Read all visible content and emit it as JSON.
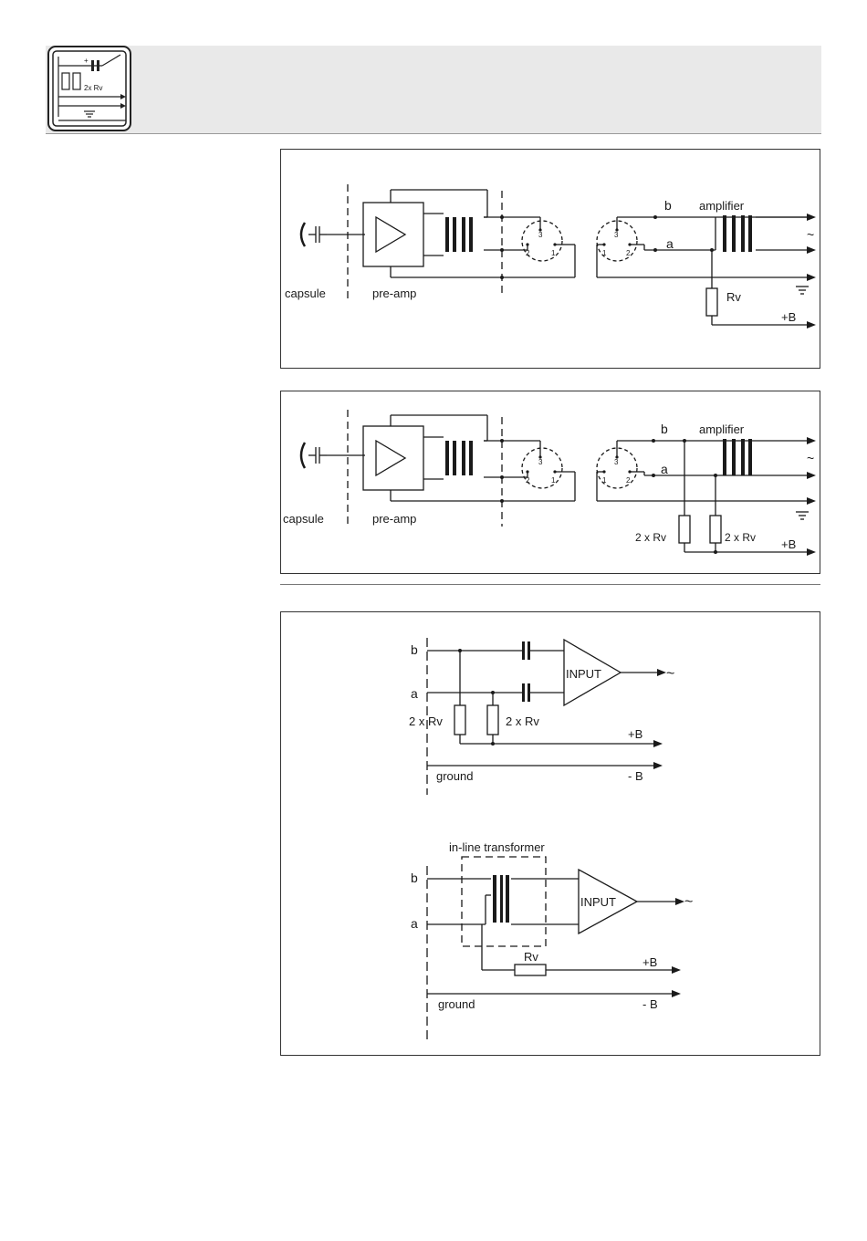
{
  "logo": {
    "label": "2x Rv",
    "plus": "+"
  },
  "diagram1": {
    "capsule": "capsule",
    "preamp": "pre-amp",
    "amplifier": "amplifier",
    "b": "b",
    "a": "a",
    "rv": "Rv",
    "plusB": "+B",
    "tilde": "~",
    "pins_left": [
      "3",
      "2",
      "1"
    ],
    "pins_right": [
      "3",
      "1",
      "2"
    ]
  },
  "diagram2": {
    "capsule": "capsule",
    "preamp": "pre-amp",
    "amplifier": "amplifier",
    "b": "b",
    "a": "a",
    "rv1": "2 x Rv",
    "rv2": "2 x Rv",
    "plusB": "+B",
    "tilde": "~",
    "pins_left": [
      "3",
      "2",
      "1"
    ],
    "pins_right": [
      "3",
      "1",
      "2"
    ]
  },
  "diagram3": {
    "b": "b",
    "a": "a",
    "input": "INPUT",
    "tilde": "~",
    "rv1": "2 x Rv",
    "rv2": "2 x Rv",
    "plusB": "+B",
    "ground": "ground",
    "minusB": "- B"
  },
  "diagram4": {
    "transformer": "in-line transformer",
    "b": "b",
    "a": "a",
    "input": "INPUT",
    "tilde": "~",
    "rv": "Rv",
    "plusB": "+B",
    "ground": "ground",
    "minusB": "- B"
  }
}
